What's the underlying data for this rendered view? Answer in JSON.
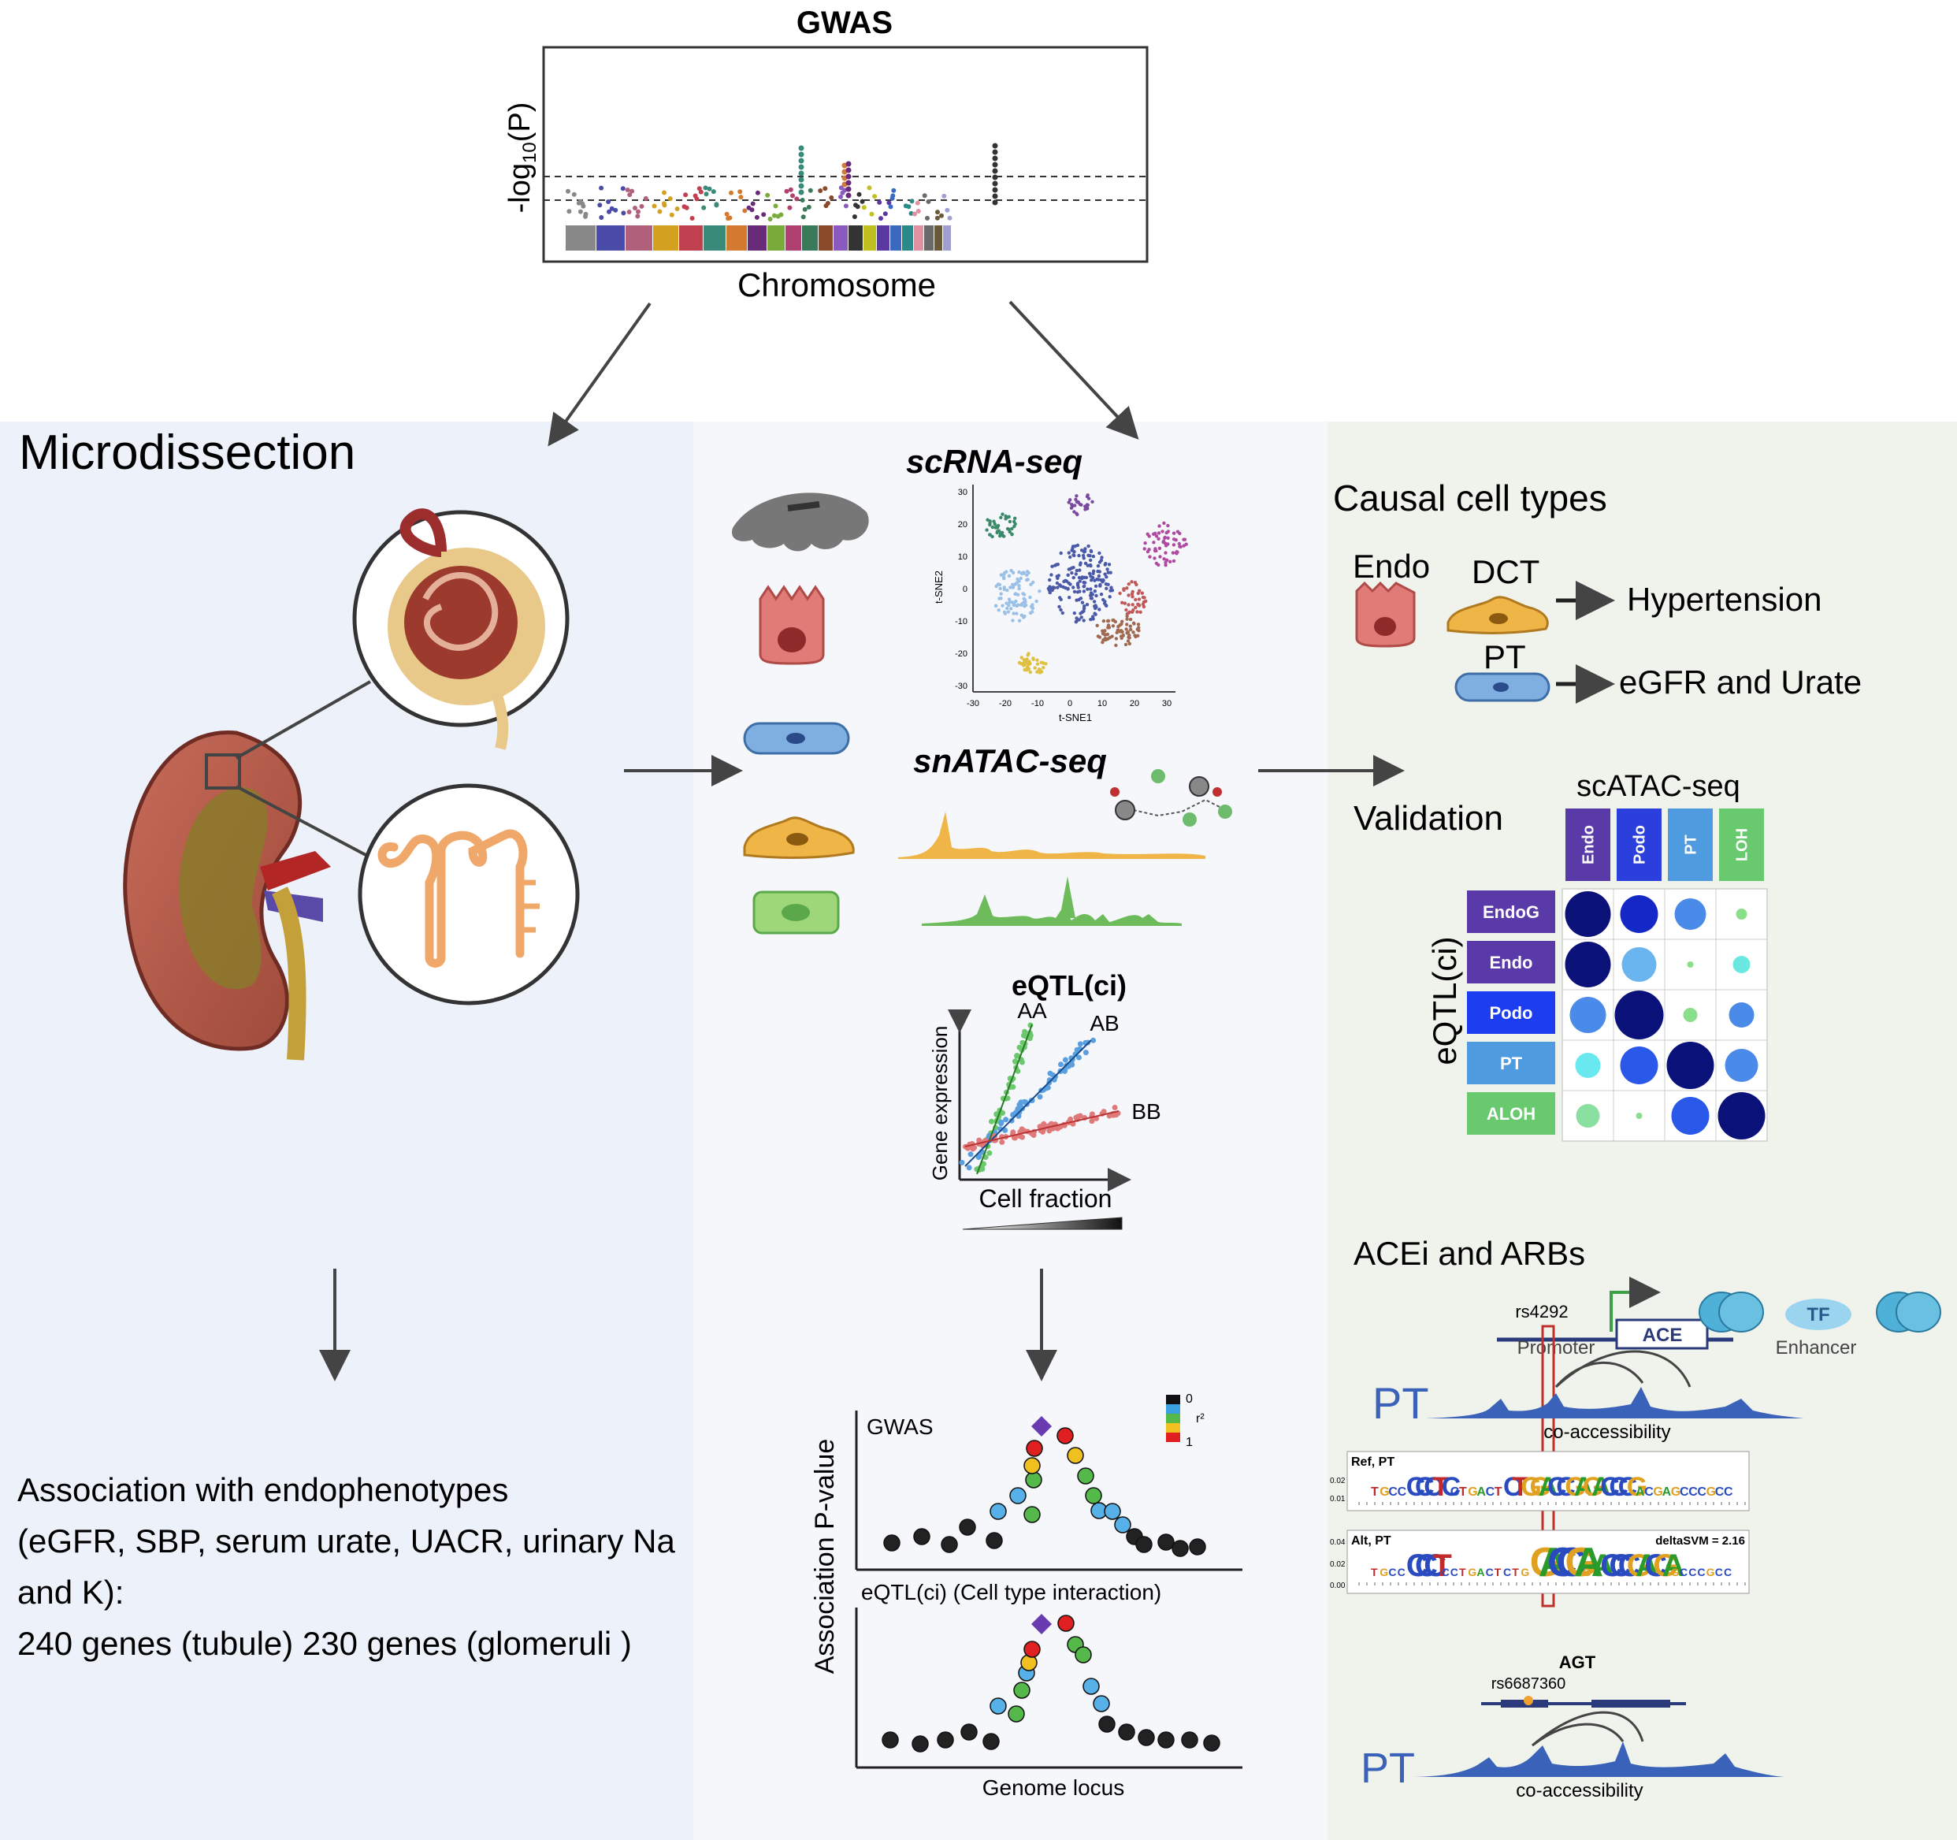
{
  "gwas": {
    "title": "GWAS",
    "ylabel": "-log",
    "ylabel_sub": "10",
    "ylabel_tail": "(P)",
    "xlabel": "Chromosome"
  },
  "panels": {
    "left_title": "Microdissection",
    "assoc_line1": "Association with endophenotypes",
    "assoc_line2": "(eGFR, SBP, serum urate, UACR, urinary Na",
    "assoc_line3": "and K):",
    "assoc_line4": "240 genes (tubule) 230 genes (glomeruli )"
  },
  "middle": {
    "scrna_title": "scRNA-seq",
    "tsne_xlabel": "t-SNE1",
    "tsne_ylabel": "t-SNE2",
    "tsne_xticks": [
      "-30",
      "-20",
      "-10",
      "0",
      "10",
      "20",
      "30"
    ],
    "tsne_yticks": [
      "30",
      "20",
      "10",
      "0",
      "-10",
      "-20",
      "-30"
    ],
    "snatac_title": "snATAC-seq",
    "eqtl_title": "eQTL(ci)",
    "eqtl_ylabel": "Gene expression",
    "eqtl_xlabel": "Cell fraction",
    "genotypes": [
      "AA",
      "AB",
      "BB"
    ],
    "locus_ylabel": "Association P-value",
    "locus_gwas_label": "GWAS",
    "locus_eqtl_label": "eQTL(ci) (Cell type interaction)",
    "locus_xlabel": "Genome locus",
    "r2_top": "0",
    "r2_label": "r²",
    "r2_bottom": "1"
  },
  "right": {
    "causal_title": "Causal cell types",
    "endo": "Endo",
    "dct": "DCT",
    "pt": "PT",
    "hypertension": "Hypertension",
    "egfr_urate": "eGFR and Urate",
    "validation": "Validation",
    "scatac_label": "scATAC-seq",
    "eqtl_axis": "eQTL(ci)",
    "columns": [
      "Endo",
      "Podo",
      "PT",
      "LOH"
    ],
    "rows": [
      "EndoG",
      "Endo",
      "Podo",
      "PT",
      "ALOH"
    ],
    "acei_title": "ACEi and ARBs",
    "rs_ace": "rs4292",
    "promoter": "Promoter",
    "ace": "ACE",
    "tf": "TF",
    "enhancer": "Enhancer",
    "pt_big": "PT",
    "coacc": "co-accessibility",
    "ref_pt": "Ref, PT",
    "alt_pt": "Alt, PT",
    "deltasvm": "deltaSVM = 2.16",
    "tick_ref_top": "0.02",
    "tick_ref_mid": "0.01",
    "tick_alt_top": "0.04",
    "tick_alt_mid": "0.02",
    "tick_alt_bot": "0.00",
    "agt": "AGT",
    "rs_agt": "rs6687360",
    "pt_big2": "PT",
    "coacc2": "co-accessibility"
  },
  "colors": {
    "left_bg": "#edf2fa",
    "mid_bg": "#f5f7fa",
    "right_bg": "#eff3ec",
    "endo_purple": "#5a3aa8",
    "podo_blue": "#2b3fdc",
    "pt_lightblue": "#4f9be0",
    "loh_green": "#69c96f",
    "pt_text_blue": "#3a62b8"
  }
}
